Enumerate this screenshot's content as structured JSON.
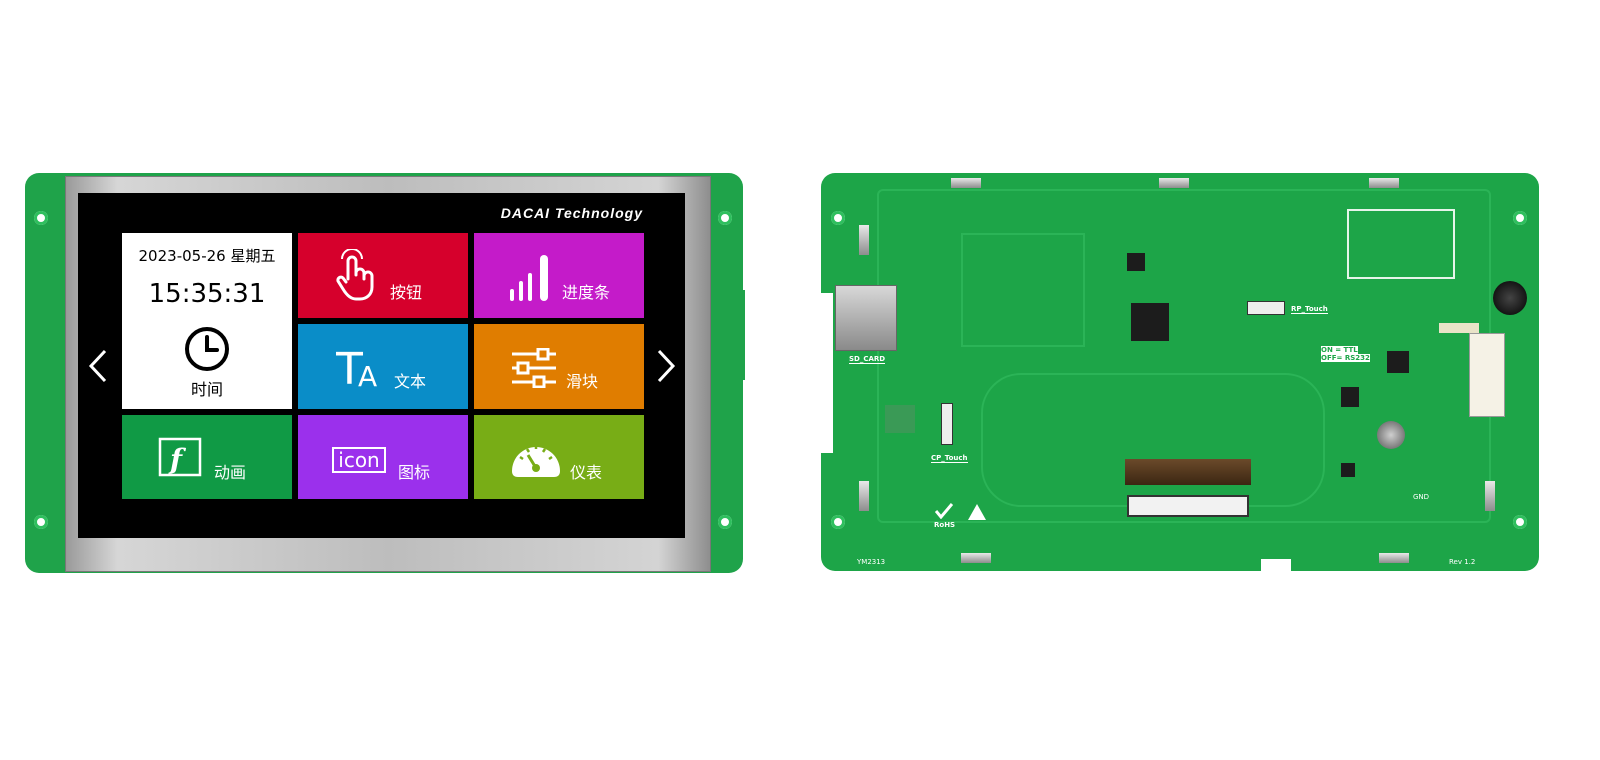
{
  "screen": {
    "brand": "DACAI Technology",
    "date": "2023-05-26 星期五",
    "time": "15:35:31",
    "clock_label": "时间",
    "tiles": [
      {
        "label": "按钮",
        "icon": "touch-hand-icon",
        "color": "#d6002c"
      },
      {
        "label": "进度条",
        "icon": "progress-bars-icon",
        "color": "#c41bc9"
      },
      {
        "label": "文本",
        "icon": "text-ta-icon",
        "color": "#0a8dc8"
      },
      {
        "label": "滑块",
        "icon": "slider-icon",
        "color": "#e07d00"
      },
      {
        "label": "动画",
        "icon": "flash-icon",
        "color": "#109a45"
      },
      {
        "label": "图标",
        "icon": "icon-badge-icon",
        "color": "#9b30ec",
        "badge_text": "icon"
      },
      {
        "label": "仪表",
        "icon": "gauge-icon",
        "color": "#78ad16"
      }
    ],
    "nav": {
      "prev": "chevron-left-icon",
      "next": "chevron-right-icon"
    }
  },
  "board": {
    "silk_labels": [
      "SD_CARD",
      "RP_Touch",
      "CP_Touch",
      "ON = TTL",
      "OFF= RS232",
      "RoHS",
      "Rev 1.2",
      "YM2313",
      "GND"
    ],
    "colors": {
      "pcb": "#1da548",
      "trace": "#2bb457"
    }
  }
}
